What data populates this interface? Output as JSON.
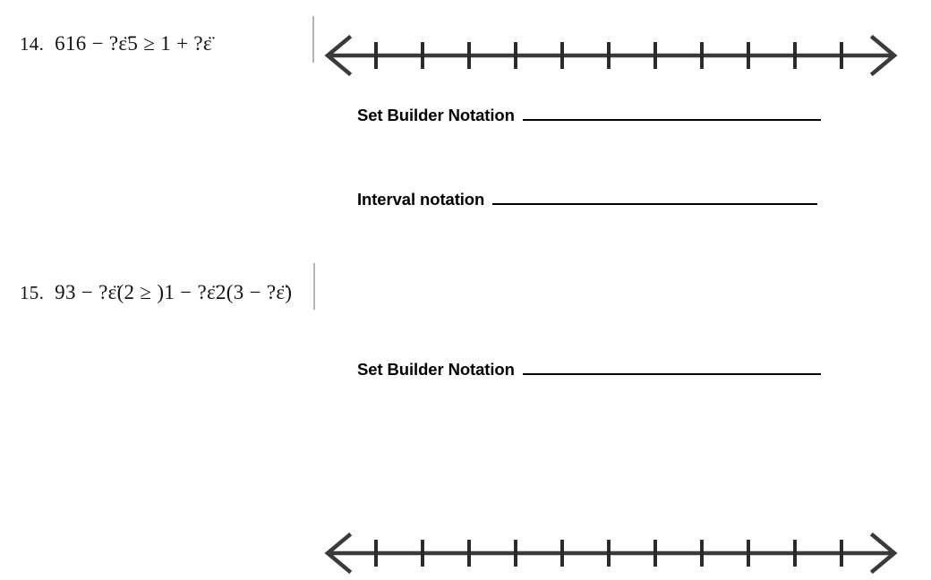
{
  "page": {
    "background": "#ffffff",
    "ink": "#000000",
    "caret_color": "#b4b4b4",
    "line_color": "#3a3a3a"
  },
  "problems": [
    {
      "number": "14.",
      "expression": "616 − ?ɛ̈5 ≥ 1 + ?ɛ̈",
      "number_line": {
        "tick_count": 11,
        "left_arrow": "left-chevron-arrow",
        "right_arrow": "right-chevron-arrow"
      },
      "prompts": [
        {
          "label": "Set Builder Notation",
          "answer": ""
        },
        {
          "label": "Interval notation",
          "answer": ""
        }
      ]
    },
    {
      "number": "15.",
      "expression": "93 − ?ɛ̈(2 ≥ )1 − ?ɛ̈2(3 − ?ɛ̈)",
      "number_line": {
        "tick_count": 11,
        "left_arrow": "left-chevron-arrow",
        "right_arrow": "right-chevron-arrow"
      },
      "prompts": [
        {
          "label": "Set Builder Notation",
          "answer": ""
        }
      ]
    }
  ]
}
